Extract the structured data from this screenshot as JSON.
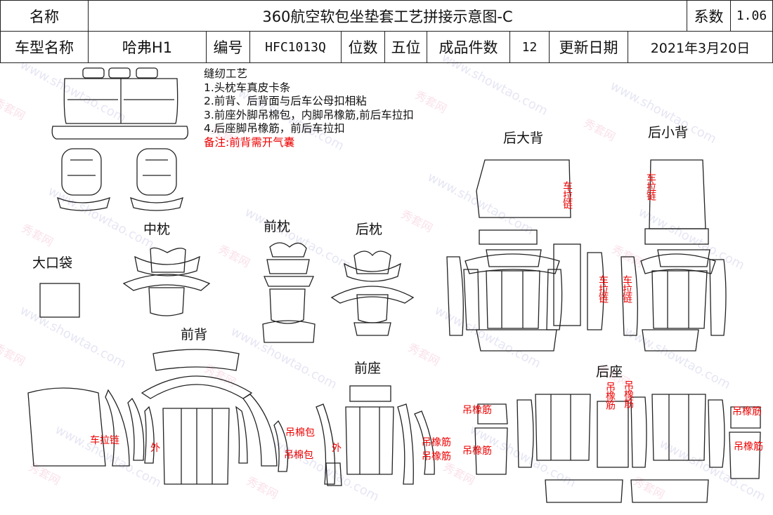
{
  "header": {
    "row1": {
      "name_label": "名称",
      "title": "360航空软包坐垫套工艺拼接示意图-C",
      "coef_label": "系数",
      "coef_value": "1.06"
    },
    "row2": {
      "model_label": "车型名称",
      "model_value": "哈弗H1",
      "code_label": "编号",
      "code_value": "HFC1013Q",
      "seats_label": "位数",
      "seats_value": "五位",
      "pieces_label": "成品件数",
      "pieces_value": "12",
      "date_label": "更新日期",
      "date_value": "2021年3月20日"
    }
  },
  "notes": {
    "title": "缝纫工艺",
    "items": [
      "1.头枕车真皮卡条",
      "2.前背、后背面与后车公母扣相粘",
      "3.前座外脚吊棉包，内脚吊橡筋,前后车拉扣",
      "4.后座脚吊橡筋，前后车拉扣"
    ],
    "remark": "备注:前背需开气囊"
  },
  "labels": {
    "mid_pillow": "中枕",
    "front_pillow": "前枕",
    "rear_pillow": "后枕",
    "big_pocket": "大口袋",
    "front_back": "前背",
    "front_seat": "前座",
    "rear_big_back": "后大背",
    "rear_small_back": "后小背",
    "rear_seat": "后座"
  },
  "annotations": {
    "zipper": "车拉链",
    "outer": "外",
    "cotton_pack": "吊棉包",
    "elastic": "吊橡筋"
  },
  "watermark": {
    "site": "www.showtao.com",
    "brand": "秀套网"
  }
}
